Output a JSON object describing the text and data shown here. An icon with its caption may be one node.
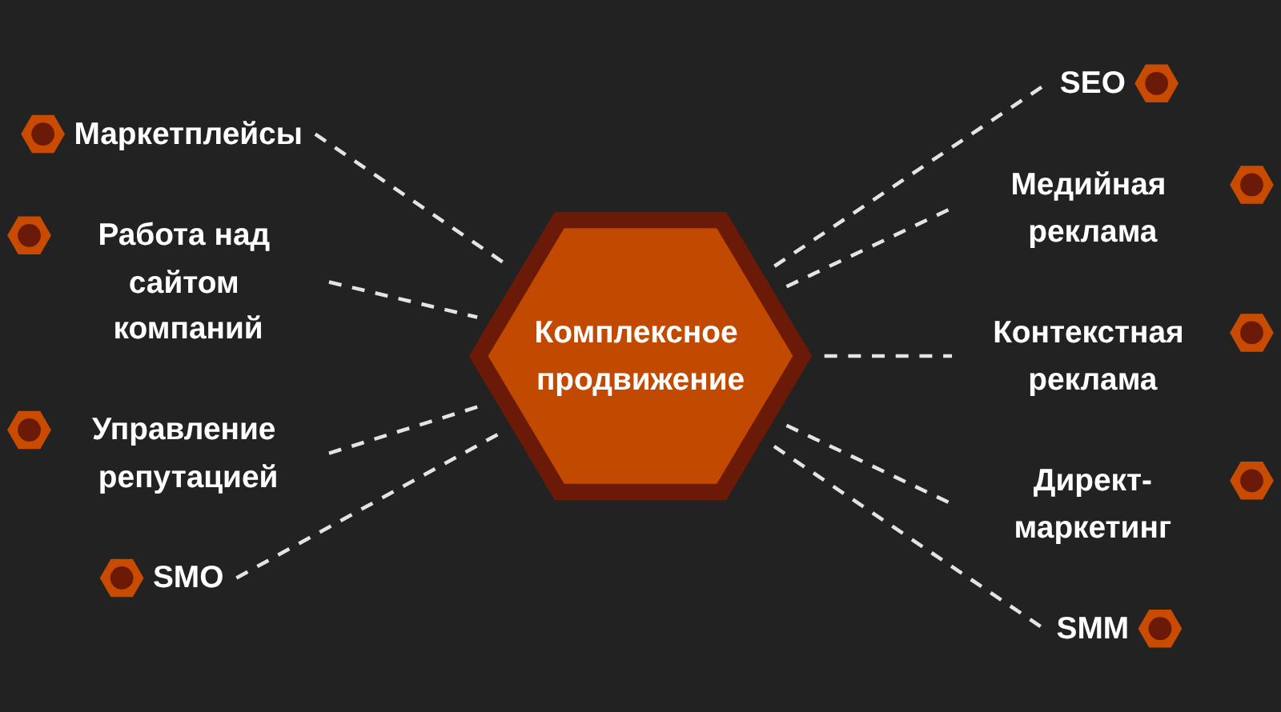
{
  "diagram": {
    "nodes": [
      {
        "text": [
          "Комплексное продвижение"
        ]
      },
      {
        "text": [
          "Маркетплейсы"
        ]
      },
      {
        "text": [
          "Работа над сайтом компаний"
        ]
      },
      {
        "text": [
          "Управление репутацией"
        ]
      },
      {
        "text": [
          "SMO"
        ]
      },
      {
        "text": [
          "SEO"
        ]
      },
      {
        "text": [
          "Медийная реклама"
        ]
      },
      {
        "text": [
          "Контекстная реклама"
        ]
      },
      {
        "text": [
          "Директ-маркетинг"
        ]
      },
      {
        "text": [
          "SMM"
        ]
      }
    ],
    "edges": [
      {
        "from": 1,
        "to": 0,
        "arrow": "none",
        "style": "dashed"
      },
      {
        "from": 2,
        "to": 0,
        "arrow": "none",
        "style": "dashed"
      },
      {
        "from": 3,
        "to": 0,
        "arrow": "none",
        "style": "dashed"
      },
      {
        "from": 4,
        "to": 0,
        "arrow": "none",
        "style": "dashed"
      },
      {
        "from": 0,
        "to": 5,
        "arrow": "none",
        "style": "dashed"
      },
      {
        "from": 0,
        "to": 6,
        "arrow": "none",
        "style": "dashed"
      },
      {
        "from": 0,
        "to": 7,
        "arrow": "none",
        "style": "dashed"
      },
      {
        "from": 0,
        "to": 8,
        "arrow": "none",
        "style": "dashed"
      },
      {
        "from": 0,
        "to": 9,
        "arrow": "none",
        "style": "dashed"
      }
    ]
  }
}
